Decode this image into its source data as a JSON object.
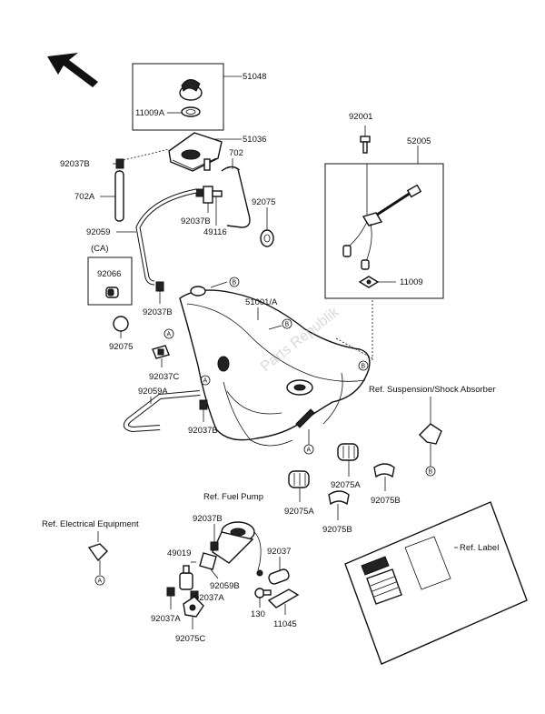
{
  "parts": {
    "p51048": "51048",
    "p11009A": "11009A",
    "p51036": "51036",
    "p702": "702",
    "p92037B_1": "92037B",
    "p702A": "702A",
    "p92075_1": "92075",
    "p92037B_2": "92037B",
    "p49116": "49116",
    "p92059": "92059",
    "p92066": "92066",
    "p92037B_3": "92037B",
    "p92075_2": "92075",
    "p51001A": "51001/A",
    "p92037C": "92037C",
    "p92059A": "92059A",
    "p92037B_4": "92037B",
    "p92001": "92001",
    "p52005": "52005",
    "p11009": "11009",
    "p92075A_1": "92075A",
    "p92075A_2": "92075A",
    "p92075B_1": "92075B",
    "p92075B_2": "92075B",
    "p92037B_5": "92037B",
    "p49019": "49019",
    "p92059B": "92059B",
    "p92037A_1": "92037A",
    "p92037A_2": "92037A",
    "p92075C": "92075C",
    "p92037": "92037",
    "p130": "130",
    "p11045": "11045"
  },
  "group_label": "(CA)",
  "refs": {
    "suspension": "Ref. Suspension/Shock Absorber",
    "fuel_pump": "Ref. Fuel Pump",
    "electrical": "Ref. Electrical Equipment",
    "label": "Ref. Label"
  },
  "markers": {
    "a": "A",
    "b": "B"
  },
  "watermark": "Parts Republik"
}
